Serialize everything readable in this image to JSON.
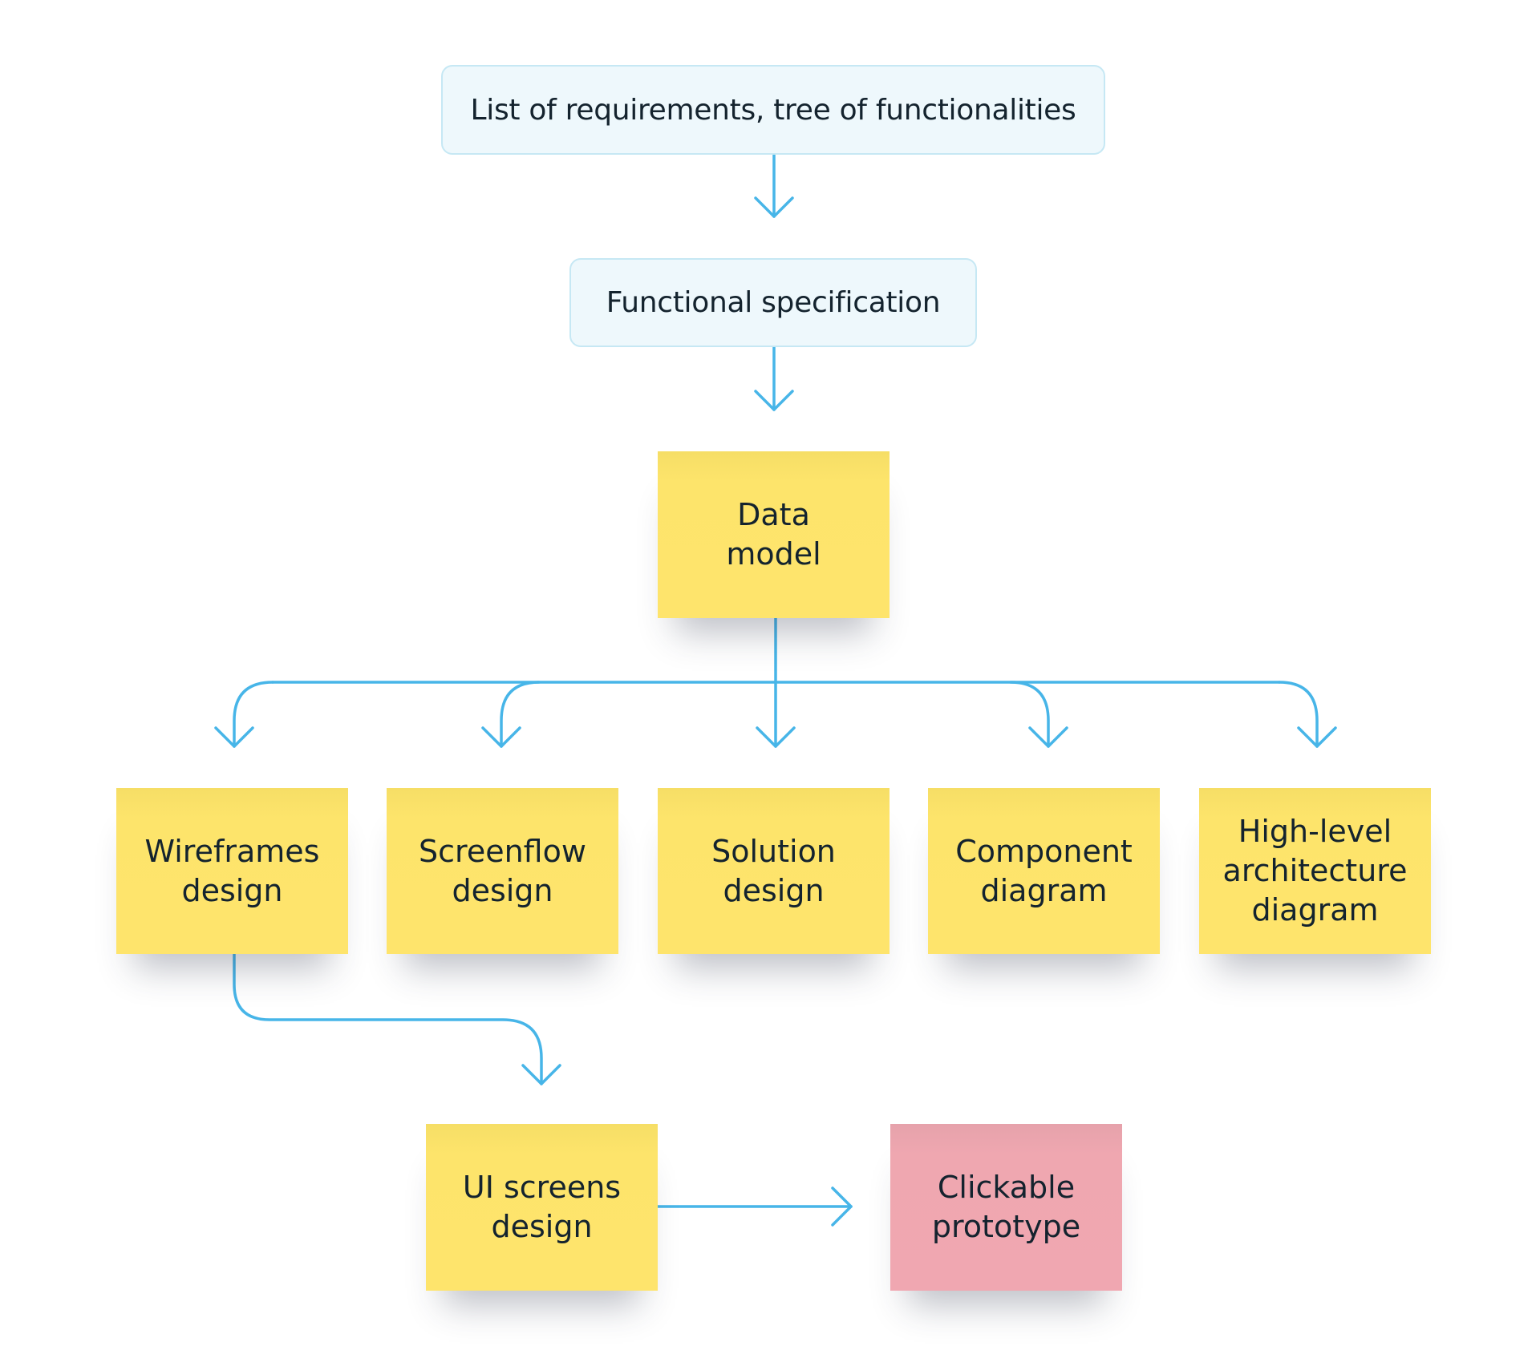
{
  "diagram": {
    "accent_color": "#47b5e8",
    "sticky_color": "#fee46c",
    "pink_color": "#f0a7b1",
    "light_box_color": "#eef8fc",
    "nodes": {
      "requirements": "List of requirements, tree of functionalities",
      "functional_spec": "Functional specification",
      "data_model": "Data\nmodel",
      "wireframes": "Wireframes\ndesign",
      "screenflow": "Screenflow\ndesign",
      "solution": "Solution\ndesign",
      "component": "Component\ndiagram",
      "architecture": "High-level\narchitecture\ndiagram",
      "ui_screens": "UI screens\ndesign",
      "prototype": "Clickable\nprototype"
    },
    "edges": [
      {
        "from": "List of requirements, tree of functionalities",
        "to": "Functional specification"
      },
      {
        "from": "Functional specification",
        "to": "Data model"
      },
      {
        "from": "Data model",
        "to": "Wireframes design"
      },
      {
        "from": "Data model",
        "to": "Screenflow design"
      },
      {
        "from": "Data model",
        "to": "Solution design"
      },
      {
        "from": "Data model",
        "to": "Component diagram"
      },
      {
        "from": "Data model",
        "to": "High-level architecture diagram"
      },
      {
        "from": "Wireframes design",
        "to": "UI screens design"
      },
      {
        "from": "UI screens design",
        "to": "Clickable prototype"
      }
    ]
  }
}
